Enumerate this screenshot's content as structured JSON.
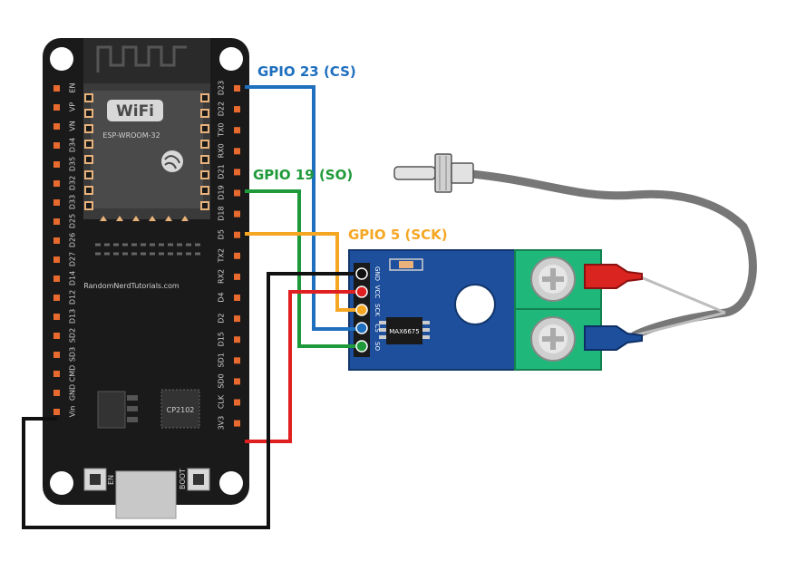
{
  "board": {
    "wifi_logo": "WiFi",
    "module_name": "ESP-WROOM-32",
    "watermark": "RandomNerdTutorials.com",
    "chip_label": "CP2102",
    "button_en": "EN",
    "button_boot": "BOOT",
    "left_pins": [
      "EN",
      "VP",
      "VN",
      "D34",
      "D35",
      "D32",
      "D33",
      "D25",
      "D26",
      "D27",
      "D14",
      "D12",
      "D13",
      "SD2",
      "SD3",
      "CMD",
      "GND",
      "Vin"
    ],
    "right_pins": [
      "D23",
      "D22",
      "TX0",
      "RX0",
      "D21",
      "D19",
      "D18",
      "D5",
      "TX2",
      "RX2",
      "D4",
      "D2",
      "D15",
      "SD1",
      "SD0",
      "CLK",
      "3V3"
    ]
  },
  "module": {
    "pins": [
      "GND",
      "VCC",
      "SCK",
      "CS",
      "SO"
    ],
    "chip_label": "MAX6675"
  },
  "wires": [
    {
      "label": "GPIO 23 (CS)",
      "color": "#1f6fbf"
    },
    {
      "label": "GPIO 19 (SO)",
      "color": "#1f9a3a"
    },
    {
      "label": "GPIO 5 (SCK)",
      "color": "#f5a623"
    }
  ],
  "colors": {
    "board": "#1a1a1a",
    "module": "#1d4f9c",
    "terminal": "#1fb87a",
    "vcc_wire": "#e02020",
    "gnd_wire": "#111111",
    "probe_cable": "#777777"
  }
}
